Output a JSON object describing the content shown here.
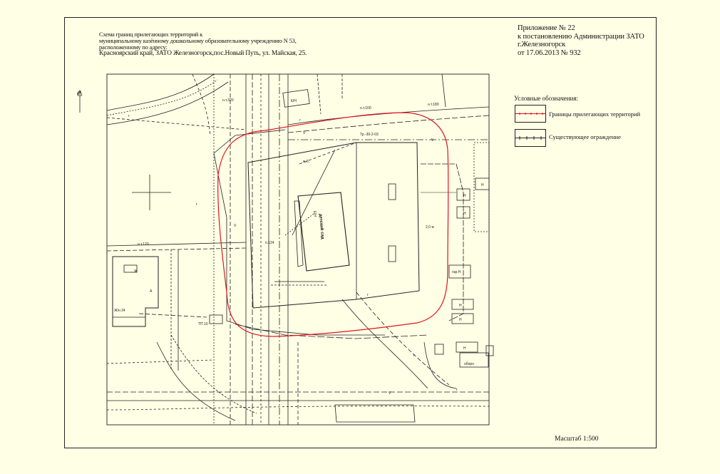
{
  "title_lines": [
    "Схема границ прилегающих территорий к",
    "муниципальному казённому дошкольному образовательному учреждению N 53,",
    "расположенному по адресу:",
    "Красноярский край, ЗАТО Железногорск,пос.Новый Путь, ул. Майская, 25."
  ],
  "appendix_lines": [
    "Приложение № 22",
    "к постановлению Администрации ЗАТО",
    "г.Железногорск",
    "от 17.06.2013 № 932"
  ],
  "legend": {
    "title": "Условные обозначения:",
    "items": [
      {
        "label": "Границы прилегающих территорий",
        "color": "#e0141e"
      },
      {
        "label": "Существующее ограждение",
        "color": "#222222"
      }
    ]
  },
  "scale": "Масштаб 1:500",
  "north": "С",
  "building": {
    "label": "детский сад",
    "block": "Б/Н"
  },
  "plan_labels": {
    "k": "К/Н",
    "n1": "Н",
    "n2": "Н",
    "n3": "Н",
    "n4": "Н",
    "n5": "Н",
    "n6": "Н",
    "gar": "гар.Н",
    "zh": "Ж",
    "a": "А",
    "zh24": "Ж/н 24",
    "tp": "ТП 10",
    "obor": "оборн",
    "road1": "н.т.100",
    "road2": "н.т.120",
    "road3": "н.т.180",
    "road4": "н.т.320",
    "g1": "г",
    "g2": "г",
    "g3": "г",
    "g4": "г",
    "g5": "г",
    "g6": "г",
    "v1": "V",
    "v2": "V",
    "v3": "V",
    "v4": "V",
    "tr": "Тр.-30-2-03",
    "z1": "2,0 ж",
    "z2": "ж.б.",
    "z3": "п.124"
  },
  "colors": {
    "boundary": "#e0141e",
    "ink": "#222222",
    "background": "#ffffe6"
  }
}
